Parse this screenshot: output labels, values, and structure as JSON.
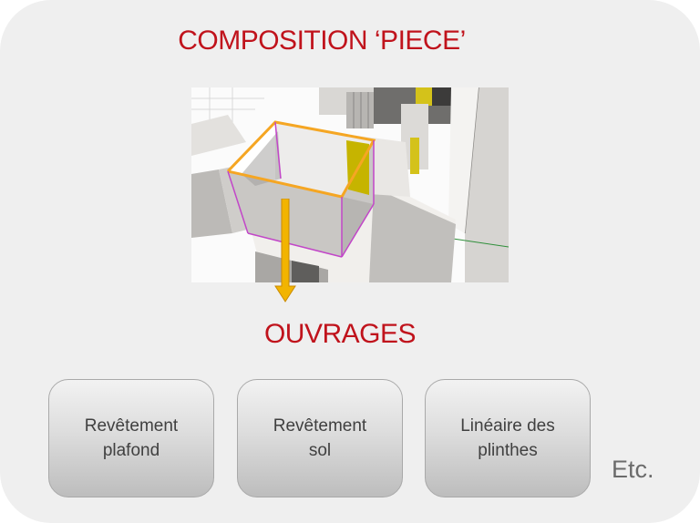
{
  "title": "COMPOSITION ‘PIECE’",
  "subtitle": "OUVRAGES",
  "cards": [
    {
      "label": "Revêtement\nplafond"
    },
    {
      "label": "Revêtement\nsol"
    },
    {
      "label": "Linéaire des\nplinthes"
    }
  ],
  "etc": "Etc.",
  "colors": {
    "title": "#c0131c",
    "arrow": "#f2b400",
    "room_outline": "#f5a623",
    "panel": "#efefef"
  }
}
